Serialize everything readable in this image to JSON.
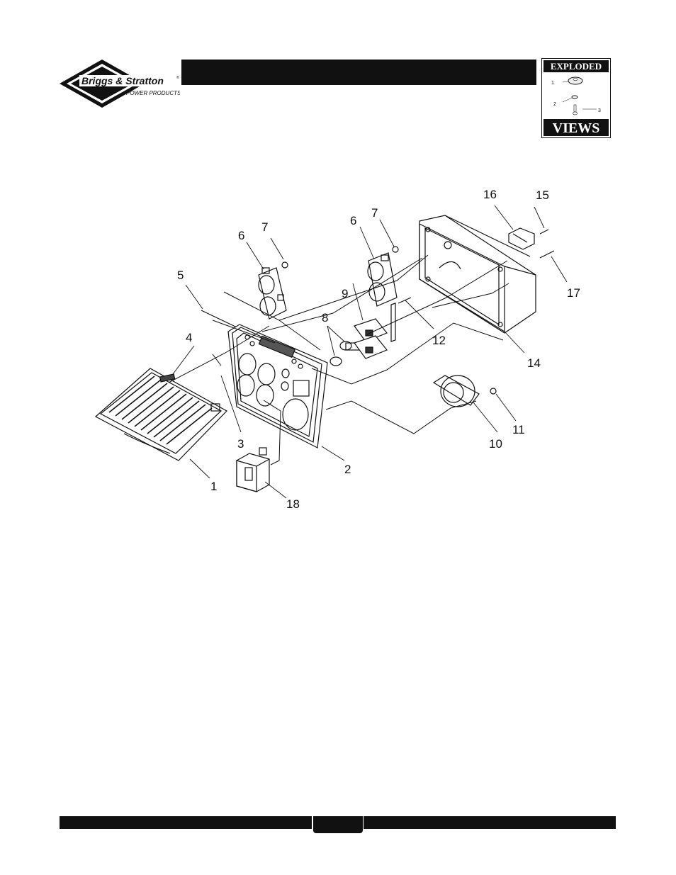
{
  "brand": {
    "name": "Briggs & Stratton",
    "sub": "POWER PRODUCTS",
    "reg": "®"
  },
  "section_badge": {
    "top_word": "EXPLODED",
    "bottom_word": "VIEWS",
    "mini_labels": [
      "1",
      "2",
      "3"
    ]
  },
  "callouts": [
    "1",
    "2",
    "3",
    "4",
    "5",
    "6",
    "6",
    "7",
    "7",
    "8",
    "9",
    "10",
    "11",
    "12",
    "14",
    "15",
    "16",
    "17",
    "18"
  ],
  "colors": {
    "ink": "#111111",
    "paper": "#ffffff"
  }
}
